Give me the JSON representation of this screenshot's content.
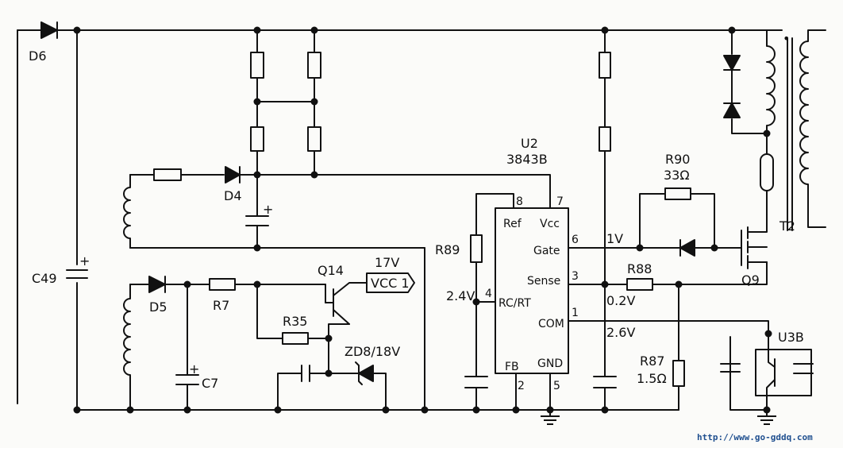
{
  "components": {
    "d6": "D6",
    "d4": "D4",
    "d5": "D5",
    "c49": "C49",
    "c7": "C7",
    "r7": "R7",
    "r35": "R35",
    "q14": "Q14",
    "zd8": "ZD8/18V",
    "vcc_voltage": "17V",
    "vcc_tag": "VCC 1",
    "u2": "U2",
    "u2_part": "3843B",
    "r89": "R89",
    "r90": "R90",
    "r90_value": "33Ω",
    "r88": "R88",
    "r87": "R87",
    "r87_value": "1.5Ω",
    "q9": "Q9",
    "t2": "T2",
    "u3b": "U3B"
  },
  "ic_pins": {
    "ref": "Ref",
    "vcc": "Vcc",
    "gate": "Gate",
    "sense": "Sense",
    "rcrt": "RC/RT",
    "com": "COM",
    "fb": "FB",
    "gnd": "GND",
    "pin8": "8",
    "pin7": "7",
    "pin6": "6",
    "pin3": "3",
    "pin4": "4",
    "pin1": "1",
    "pin2": "2",
    "pin5": "5"
  },
  "voltages": {
    "v_gate": "1V",
    "v_rcrt": "2.4V",
    "v_sense": "0.2V",
    "v_com": "2.6V"
  },
  "watermark": "http://www.go-gddq.com",
  "colors": {
    "ink": "#111111",
    "paper": "#fbfbf9",
    "watermark": "#1f4f8f"
  }
}
